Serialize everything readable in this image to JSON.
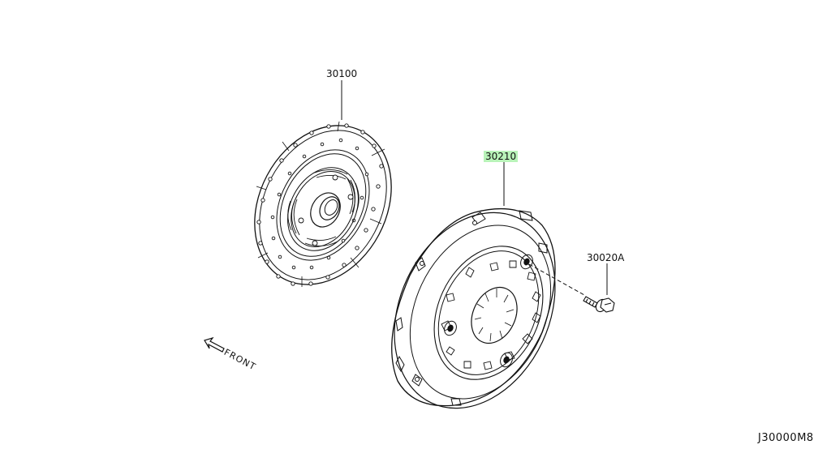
{
  "diagram": {
    "parts": [
      {
        "part_no": "30100",
        "highlighted": false
      },
      {
        "part_no": "30210",
        "highlighted": true
      },
      {
        "part_no": "30020A",
        "highlighted": false
      }
    ],
    "direction_label": "FRONT",
    "diagram_code": "J30000M8",
    "highlight_color": "#b9f3b9",
    "line_color": "#111111"
  }
}
